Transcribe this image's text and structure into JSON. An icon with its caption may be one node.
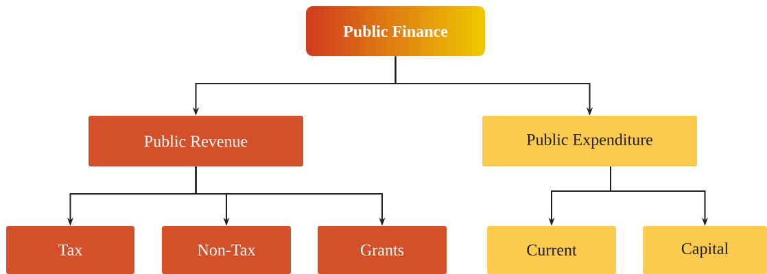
{
  "diagram": {
    "nodes": [
      {
        "text": [
          "Public Finance"
        ]
      },
      {
        "text": [
          "Public Revenue"
        ]
      },
      {
        "text": [
          "Public Expenditure"
        ]
      },
      {
        "text": [
          "Tax"
        ]
      },
      {
        "text": [
          "Non-Tax"
        ]
      },
      {
        "text": [
          "Grants"
        ]
      },
      {
        "text": [
          "Current"
        ]
      },
      {
        "text": [
          "Capital"
        ]
      }
    ],
    "edges": [
      {
        "from": 0,
        "to": 1,
        "arrow": "to"
      },
      {
        "from": 0,
        "to": 2,
        "arrow": "to"
      },
      {
        "from": 1,
        "to": 3,
        "arrow": "to"
      },
      {
        "from": 1,
        "to": 4,
        "arrow": "to"
      },
      {
        "from": 1,
        "to": 5,
        "arrow": "to"
      },
      {
        "from": 2,
        "to": 6,
        "arrow": "to"
      },
      {
        "from": 2,
        "to": 7,
        "arrow": "to"
      }
    ]
  }
}
